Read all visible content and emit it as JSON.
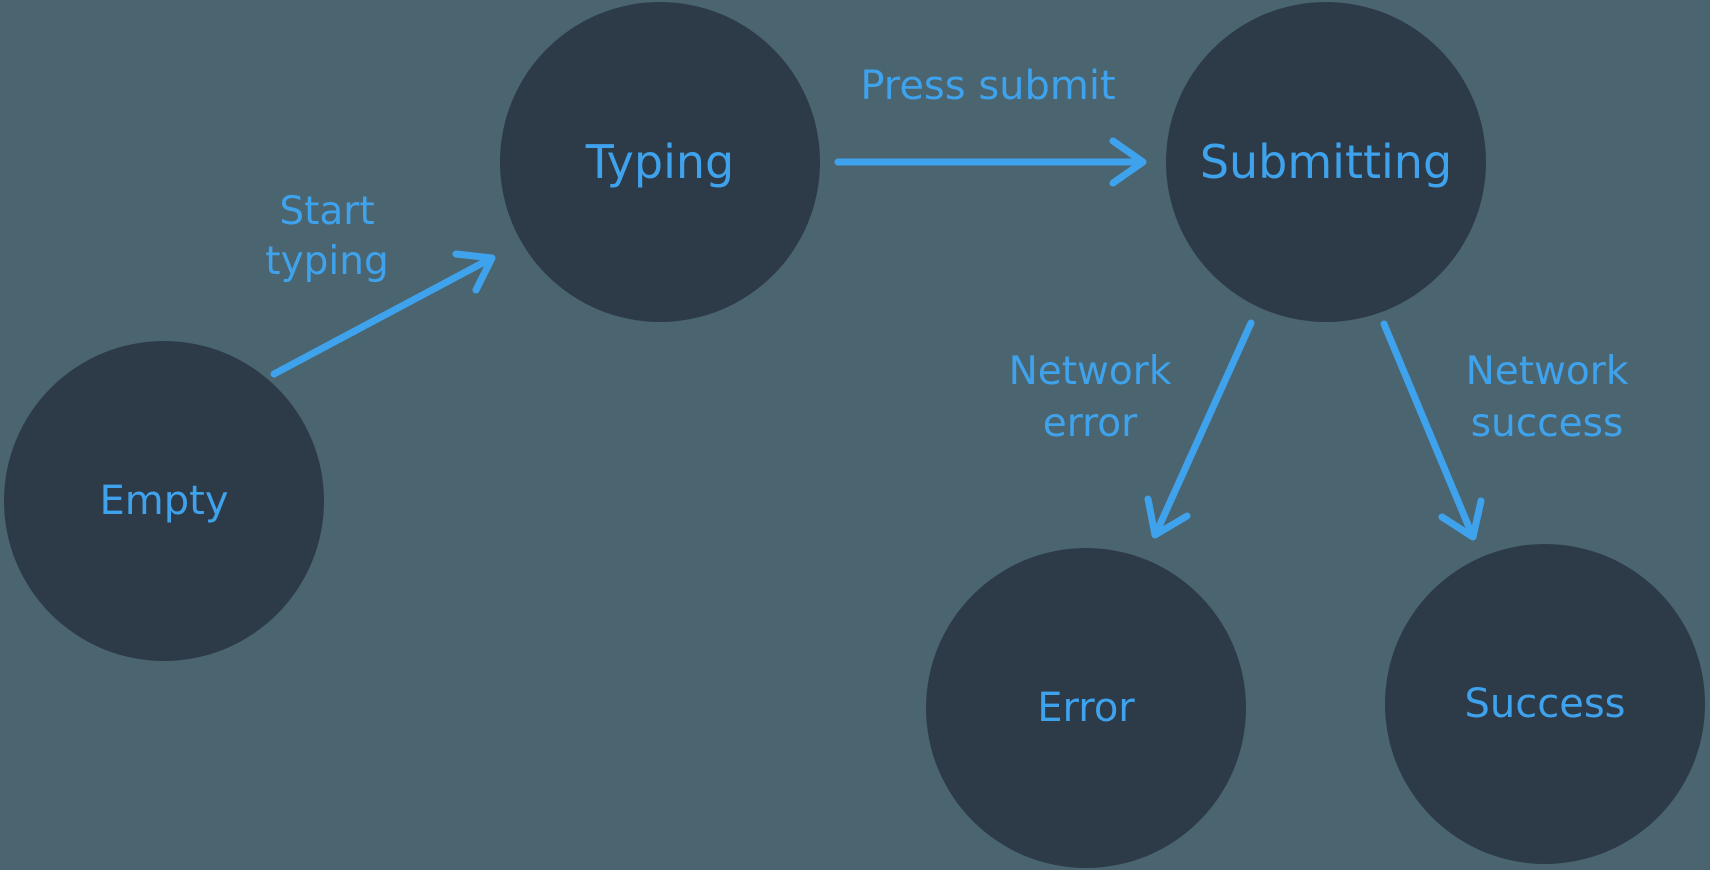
{
  "diagram": {
    "kind": "state-machine",
    "states": [
      {
        "id": "empty",
        "label": "Empty"
      },
      {
        "id": "typing",
        "label": "Typing"
      },
      {
        "id": "submitting",
        "label": "Submitting"
      },
      {
        "id": "error",
        "label": "Error"
      },
      {
        "id": "success",
        "label": "Success"
      }
    ],
    "transitions": [
      {
        "from": "empty",
        "to": "typing",
        "label": "Start typing",
        "label_lines": [
          "Start",
          "typing"
        ]
      },
      {
        "from": "typing",
        "to": "submitting",
        "label": "Press submit",
        "label_lines": [
          "Press submit"
        ]
      },
      {
        "from": "submitting",
        "to": "error",
        "label": "Network error",
        "label_lines": [
          "Network",
          "error"
        ]
      },
      {
        "from": "submitting",
        "to": "success",
        "label": "Network success",
        "label_lines": [
          "Network",
          "success"
        ]
      }
    ],
    "colors": {
      "background": "#4A6470",
      "state_fill": "#2D3A48",
      "accent_blue": "#3FA2EC"
    }
  }
}
